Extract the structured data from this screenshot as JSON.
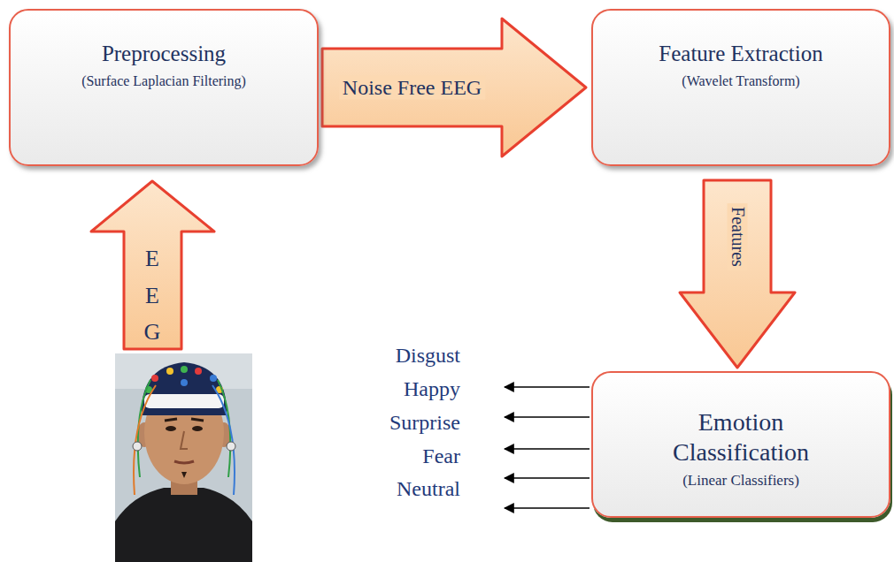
{
  "diagram": {
    "nodes": [
      {
        "text": [
          "Preprocessing",
          "(Surface Laplacian Filtering)"
        ]
      },
      {
        "text": [
          "Feature Extraction",
          "(Wavelet Transform)"
        ]
      },
      {
        "text": [
          "Emotion Classification",
          "(Linear Classifiers)"
        ]
      }
    ],
    "edges": [
      {
        "from": 0,
        "to": 1,
        "arrow": "to",
        "label": "Noise Free EEG"
      },
      {
        "from": 1,
        "to": 2,
        "arrow": "to",
        "label": "Features"
      }
    ],
    "labels": [
      "E E G",
      "Disgust",
      "Happy",
      "Surprise",
      "Fear",
      "Neutral"
    ]
  }
}
